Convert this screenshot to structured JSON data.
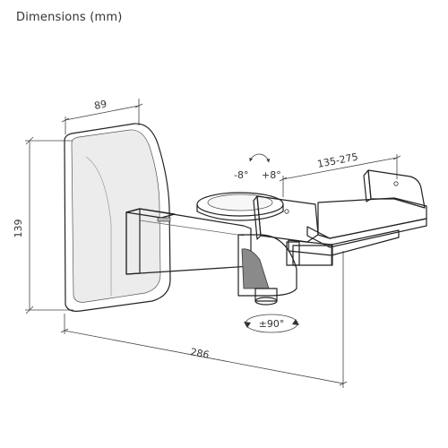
{
  "title": "Dimensions (mm)",
  "dimensions": {
    "depth": "89",
    "height": "139",
    "length": "286",
    "extension": "135-275",
    "tilt_down": "-8°",
    "tilt_up": "+8°",
    "swivel": "±90°"
  },
  "colors": {
    "outline": "#222222",
    "dimension_line": "#444444",
    "text": "#333333",
    "body_gray": "#d9d9d9"
  }
}
